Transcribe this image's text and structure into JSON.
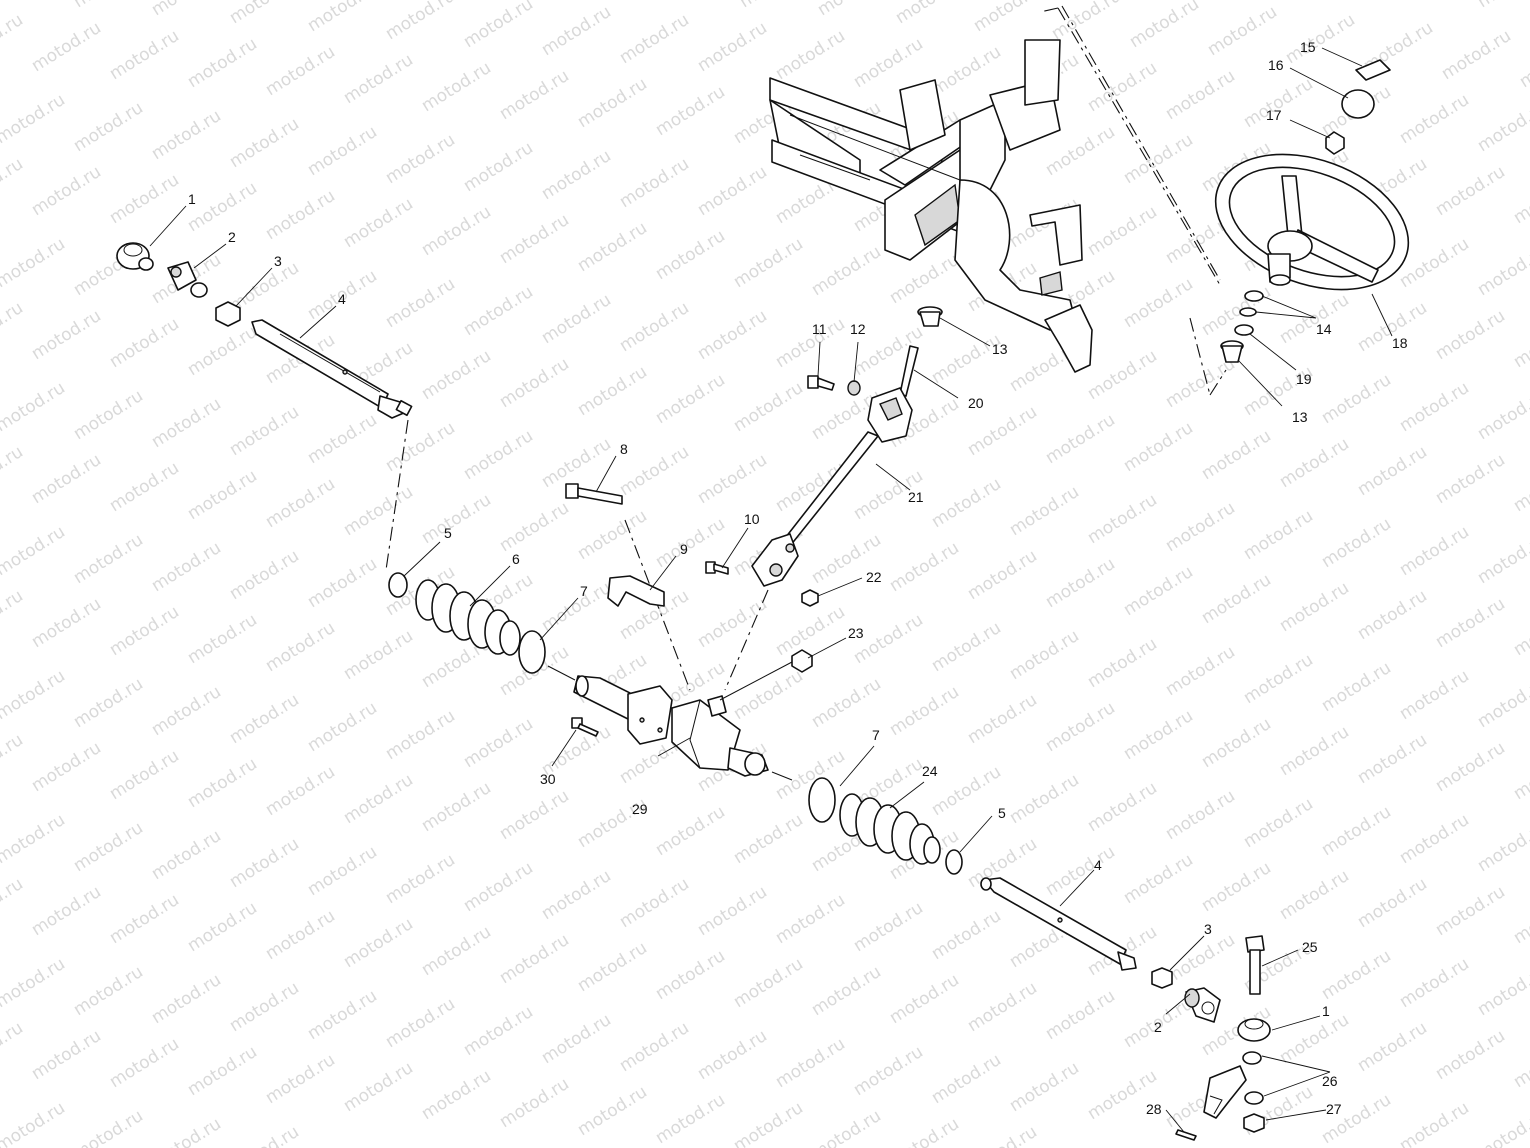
{
  "watermark": "motod.ru",
  "labels": {
    "l1a": "1",
    "l2a": "2",
    "l3a": "3",
    "l4a": "4",
    "l5a": "5",
    "l6": "6",
    "l7a": "7",
    "l8": "8",
    "l9": "9",
    "l10": "10",
    "l11": "11",
    "l12": "12",
    "l13a": "13",
    "l20": "20",
    "l21": "21",
    "l22": "22",
    "l23": "23",
    "l15": "15",
    "l16": "16",
    "l17": "17",
    "l18": "18",
    "l14": "14",
    "l19": "19",
    "l13b": "13",
    "l29": "29",
    "l30": "30",
    "l7b": "7",
    "l24": "24",
    "l5b": "5",
    "l4b": "4",
    "l3b": "3",
    "l25": "25",
    "l1b": "1",
    "l2b": "2",
    "l26": "26",
    "l27": "27",
    "l28": "28"
  }
}
